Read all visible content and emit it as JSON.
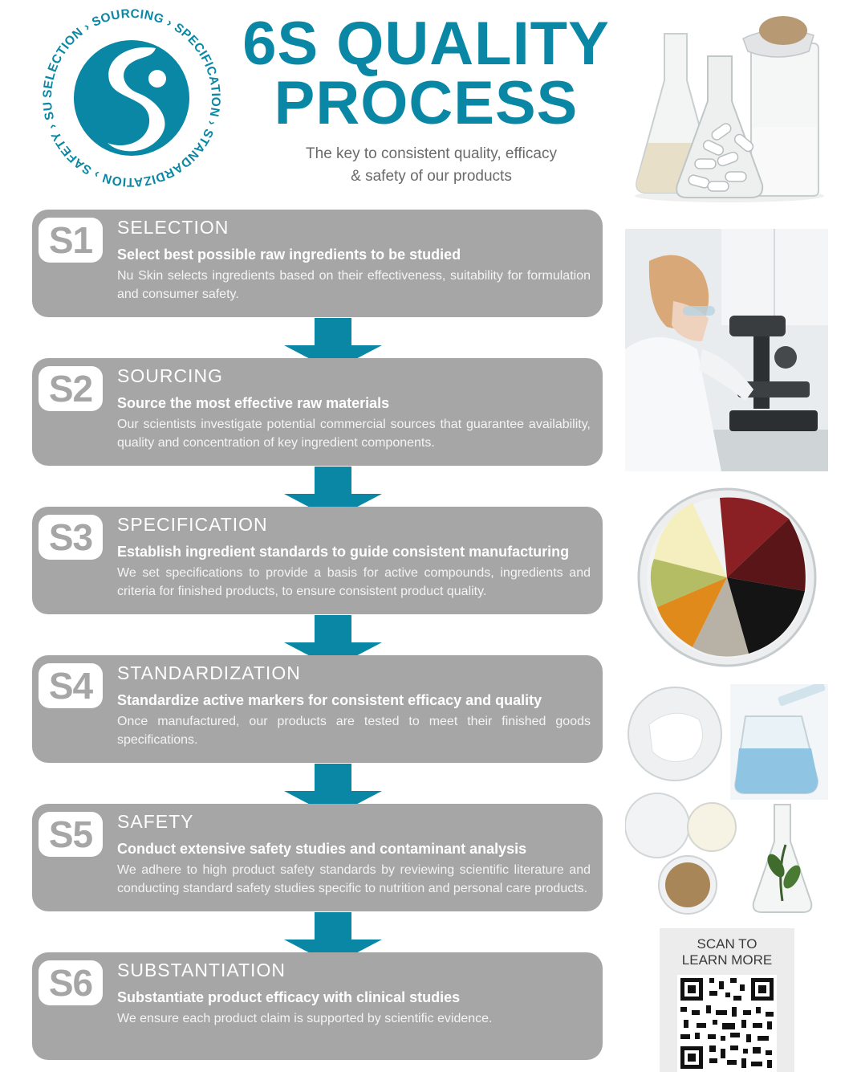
{
  "logo": {
    "ring_text": "SELECTION › SOURCING › SPECIFICATION › STANDARDIZATION › SAFETY › SUBSTANTIATION ›",
    "brand_color": "#0a87a4"
  },
  "header": {
    "title_line1": "6S QUALITY",
    "title_line2": "PROCESS",
    "subtitle_line1": "The key to consistent quality, efficacy",
    "subtitle_line2": "& safety of our products"
  },
  "steps": [
    {
      "badge": "S1",
      "name": "SELECTION",
      "heading": "Select best possible raw ingredients to be studied",
      "description": "Nu Skin selects ingredients based on their effectiveness, suitability for formulation and consumer safety."
    },
    {
      "badge": "S2",
      "name": "SOURCING",
      "heading": "Source the most effective raw materials",
      "description": "Our scientists investigate potential commercial sources that guarantee availability, quality and concentration of key ingredient components."
    },
    {
      "badge": "S3",
      "name": "SPECIFICATION",
      "heading": "Establish ingredient standards to guide consistent manufacturing",
      "description": "We set specifications to provide a basis for active compounds, ingredients and criteria for finished products, to ensure consistent product quality."
    },
    {
      "badge": "S4",
      "name": "STANDARDIZATION",
      "heading": "Standardize active markers for consistent efficacy and quality",
      "description": "Once manufactured, our products are tested to meet their finished goods specifications."
    },
    {
      "badge": "S5",
      "name": "SAFETY",
      "heading": "Conduct extensive safety studies and contaminant analysis",
      "description": "We adhere to high product safety standards by reviewing scientific literature and conducting standard safety studies specific to nutrition and personal care products."
    },
    {
      "badge": "S6",
      "name": "SUBSTANTIATION",
      "heading": "Substantiate product efficacy with clinical studies",
      "description": "We ensure each product claim is supported by scientific evidence."
    }
  ],
  "qr": {
    "line1": "SCAN TO",
    "line2": "LEARN MORE"
  },
  "colors": {
    "accent": "#0a87a4",
    "step_box": "#a6a6a6",
    "text_white": "#ffffff"
  }
}
